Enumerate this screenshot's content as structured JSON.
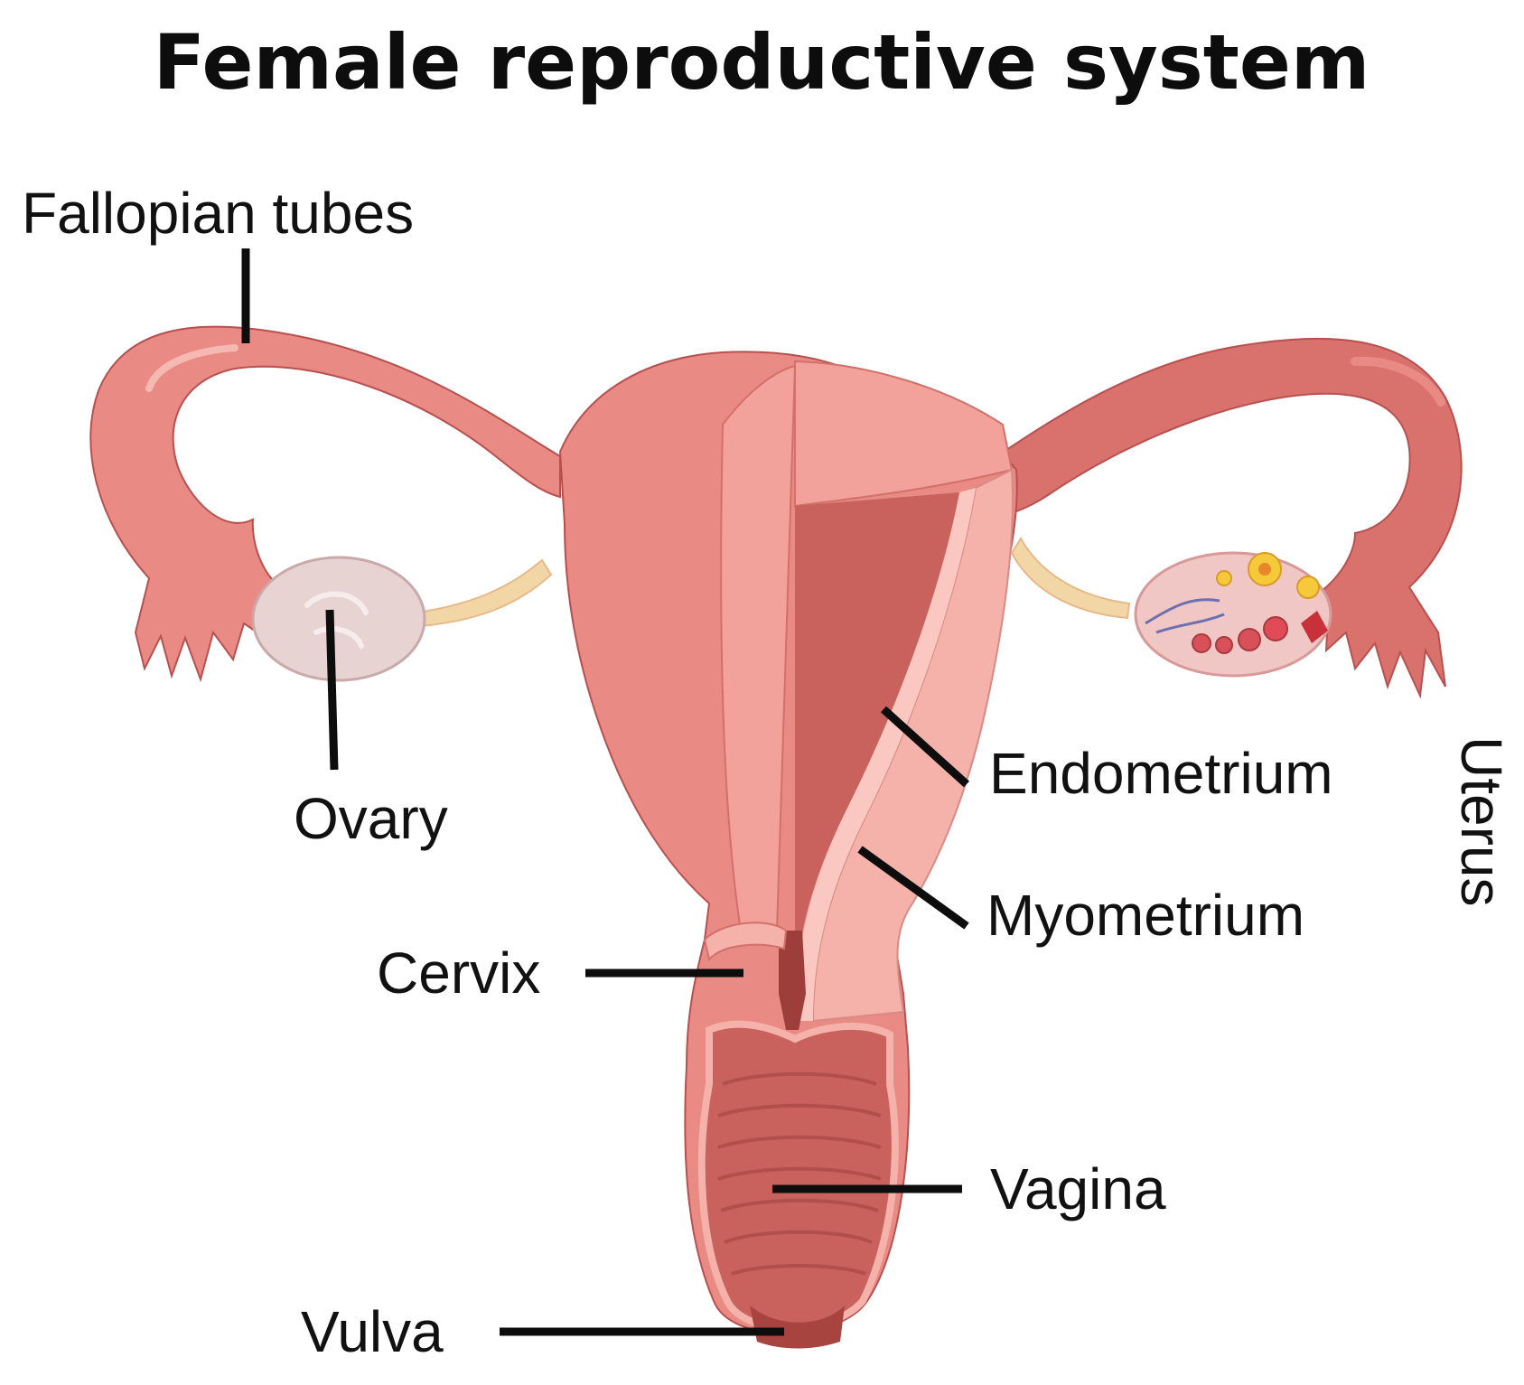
{
  "title": "Female reproductive system",
  "labels": {
    "fallopian_tubes": "Fallopian tubes",
    "ovary": "Ovary",
    "endometrium": "Endometrium",
    "myometrium": "Myometrium",
    "uterus": "Uterus",
    "cervix": "Cervix",
    "vagina": "Vagina",
    "vulva": "Vulva"
  },
  "colors": {
    "tissue": "#e98a84",
    "tissue_dark": "#c85f5a",
    "tissue_light": "#f4b2aa",
    "cavity": "#c9625c",
    "ovary_left": "#e8d3d3",
    "follicle_yellow": "#f6c93b",
    "ligament": "#f3d6a6"
  }
}
